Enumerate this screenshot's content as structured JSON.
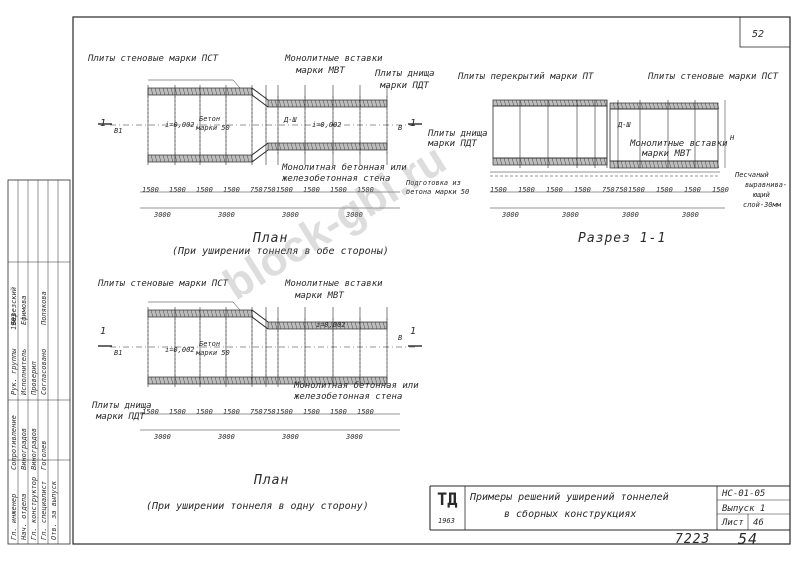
{
  "sheet": {
    "page_number": "52",
    "footer_left_number": "7223",
    "footer_right_number": "54"
  },
  "plan_top": {
    "label_pst": "Плиты стеновые марки ПСТ",
    "label_mvt_1": "Монолитные вставки",
    "label_mvt_2": "марки МВТ",
    "label_pdt_1": "Плиты днища",
    "label_pdt_2": "марки ПДТ",
    "label_wall_1": "Монолитная бетонная или",
    "label_wall_2": "железобетонная стена",
    "inner_slope_left": "i=0,002",
    "inner_concrete_1": "Бетон",
    "inner_concrete_2": "марки 50",
    "inner_slope_right": "i=0,002",
    "inner_mark": "Д-Ш",
    "section_mark_left": "1",
    "section_mark_right": "1",
    "dims_small": [
      "1500",
      "1500",
      "1500",
      "1500",
      "750",
      "750",
      "1500",
      "1500",
      "1500",
      "1500"
    ],
    "dims_big": [
      "3000",
      "3000",
      "3000",
      "3000"
    ],
    "dim_b1": "В1",
    "dim_b": "В",
    "caption_title": "План",
    "caption_sub": "(При уширении тоннеля в обе стороны)"
  },
  "section": {
    "label_pt": "Плиты перекрытий марки ПТ",
    "label_pst": "Плиты стеновые марки ПСТ",
    "label_pdt_1": "Плиты днища",
    "label_pdt_2": "марки ПДТ",
    "label_prep_1": "Подготовка из",
    "label_prep_2": "бетона марки 50",
    "label_mvt_1": "Монолитные вставки",
    "label_mvt_2": "марки МВТ",
    "label_sand_1": "Песчаный",
    "label_sand_2": "выравнива-",
    "label_sand_3": "ющий",
    "label_sand_4": "слой-30мм",
    "inner_mark": "Д-Ш",
    "dim_h": "Н",
    "dims_small": [
      "1500",
      "1500",
      "1500",
      "1500",
      "750",
      "750",
      "1500",
      "1500",
      "1500",
      "1500"
    ],
    "dims_big": [
      "3000",
      "3000",
      "3000",
      "3000"
    ],
    "caption_title": "Разрез 1-1"
  },
  "plan_bottom": {
    "label_pst": "Плиты стеновые марки ПСТ",
    "label_mvt_1": "Монолитные вставки",
    "label_mvt_2": "марки МВТ",
    "label_pdt_1": "Плиты днища",
    "label_pdt_2": "марки ПДТ",
    "label_wall_1": "Монолитная бетонная или",
    "label_wall_2": "железобетонная стена",
    "inner_slope_left": "i=0,002",
    "inner_concrete_1": "Бетон",
    "inner_concrete_2": "марки 50",
    "inner_slope_right": "i=0,002",
    "section_mark_left": "1",
    "section_mark_right": "1",
    "dims_small": [
      "1500",
      "1500",
      "1500",
      "1500",
      "750",
      "750",
      "1500",
      "1500",
      "1500",
      "1500"
    ],
    "dims_big": [
      "3000",
      "3000",
      "3000",
      "3000"
    ],
    "dim_b1": "В1",
    "dim_b": "В",
    "caption_title": "План",
    "caption_sub": "(При уширении тоннеля в одну сторону)"
  },
  "side_stamp": {
    "rows": [
      [
        "Гл. инженер",
        "Сопротивление",
        "",
        "1963"
      ],
      [
        "Нач. отдела",
        "Виноградов",
        "",
        ""
      ],
      [
        "Гл. конструктор",
        "Виноградов",
        "",
        ""
      ],
      [
        "Гл. специалист",
        "Гоголев",
        "",
        ""
      ],
      [
        "Отв. за выпуск",
        "",
        "",
        ""
      ],
      [
        "Рук. группы",
        "Березский",
        "",
        ""
      ],
      [
        "Исполнитель",
        "Ефимова",
        "",
        ""
      ],
      [
        "Проверил",
        "",
        "",
        ""
      ],
      [
        "Согласовано",
        "Полякова",
        "",
        ""
      ]
    ]
  },
  "title_block": {
    "logo": "ТД",
    "year": "1963",
    "title_1": "Примеры решений уширений тоннелей",
    "title_2": "в сборных конструкциях",
    "code": "НС-01-05",
    "issue": "Выпуск 1",
    "sheet_label": "Лист",
    "sheet_no": "46"
  },
  "watermark": "block-gbi.ru"
}
